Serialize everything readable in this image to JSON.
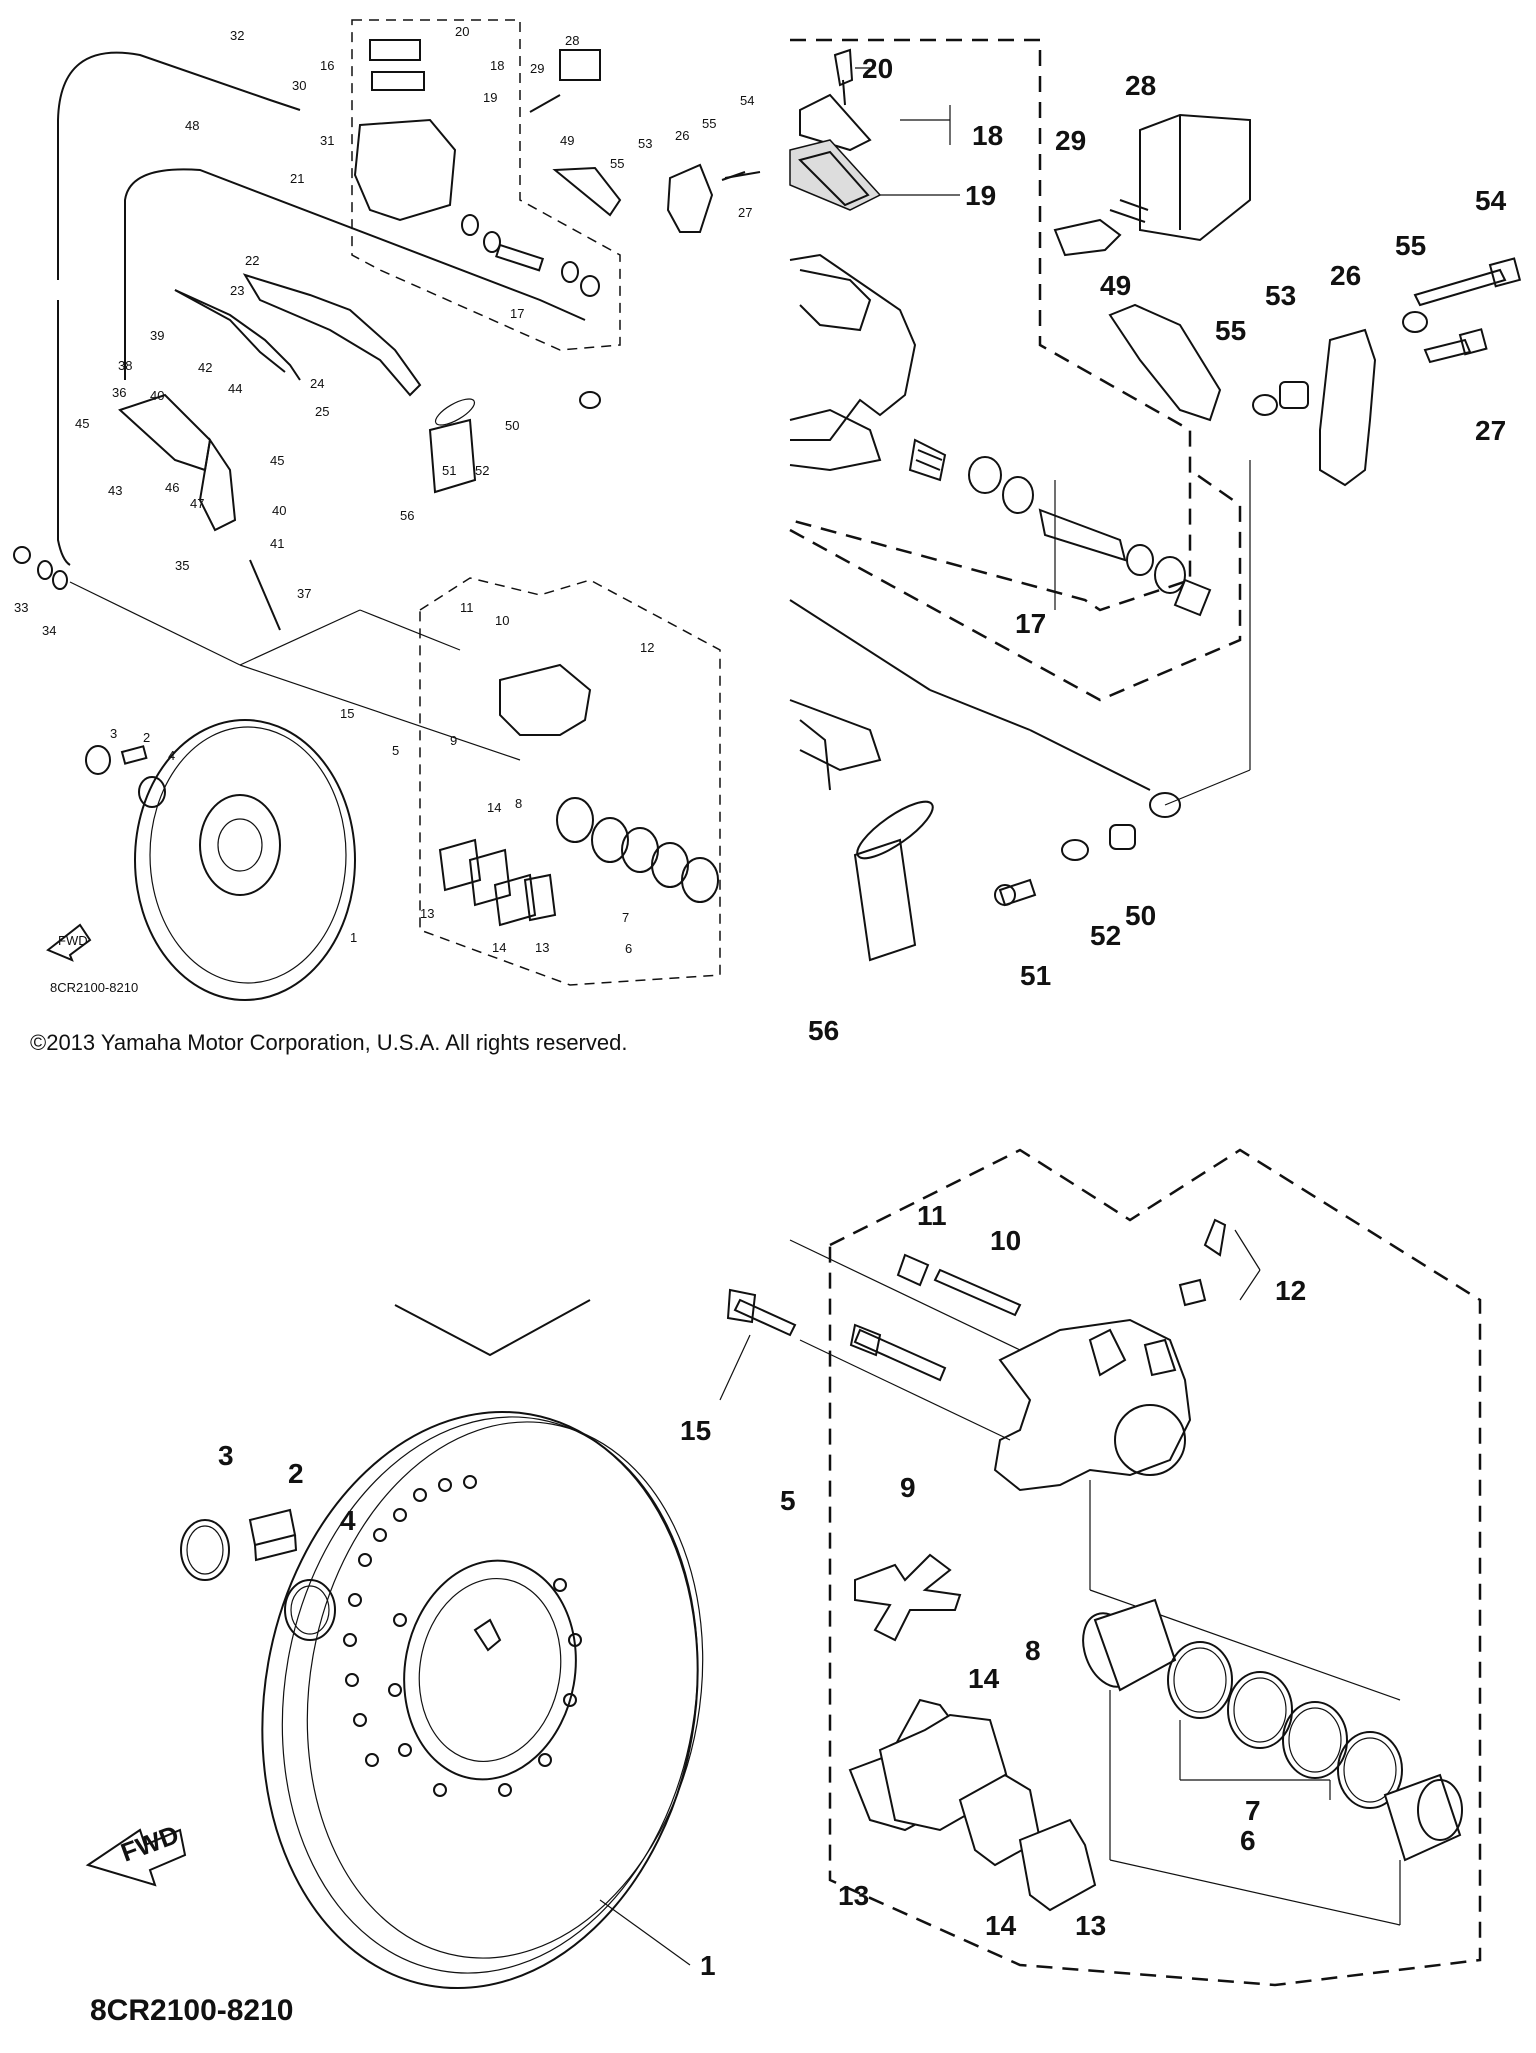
{
  "diagram": {
    "copyright": "©2013 Yamaha Motor Corporation, U.S.A. All rights reserved.",
    "code": "8CR2100-8210",
    "fwd_arrow": "FWD",
    "overview_labels": [
      "1",
      "2",
      "3",
      "4",
      "5",
      "6",
      "7",
      "8",
      "9",
      "10",
      "11",
      "12",
      "13",
      "14",
      "15",
      "16",
      "17",
      "18",
      "19",
      "20",
      "21",
      "22",
      "23",
      "24",
      "25",
      "26",
      "27",
      "28",
      "29",
      "30",
      "31",
      "32",
      "33",
      "34",
      "35",
      "36",
      "37",
      "38",
      "39",
      "40",
      "41",
      "42",
      "43",
      "44",
      "45",
      "46",
      "47",
      "48",
      "49",
      "50",
      "51",
      "52",
      "53",
      "54",
      "55",
      "56"
    ],
    "callouts_master_cylinder": [
      "20",
      "28",
      "18",
      "29",
      "19",
      "49",
      "55",
      "53",
      "26",
      "54",
      "55",
      "27",
      "17",
      "50",
      "52",
      "51",
      "56"
    ],
    "callouts_caliper": [
      "11",
      "10",
      "12",
      "15",
      "3",
      "2",
      "4",
      "5",
      "9",
      "14",
      "8",
      "13",
      "7",
      "6",
      "14",
      "13",
      "1"
    ]
  }
}
